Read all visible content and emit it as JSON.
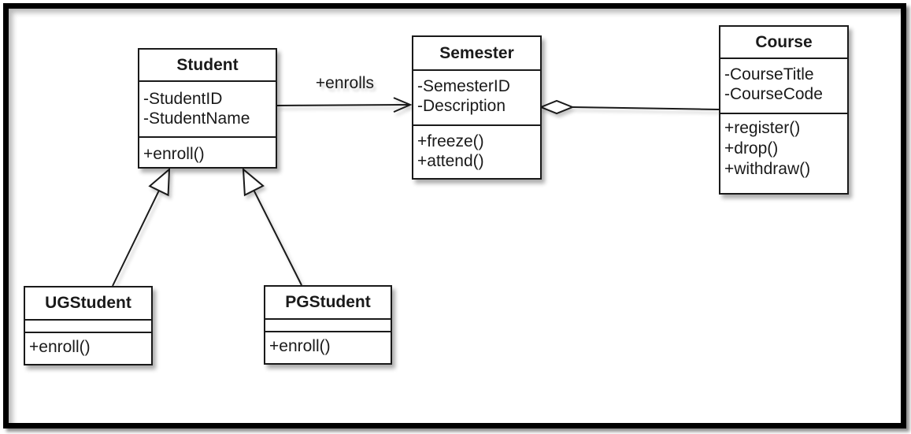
{
  "diagram": {
    "kind": "uml-class-diagram",
    "colors": {
      "line": "#1a1a1a",
      "box_fill": "#ffffff",
      "box_border": "#1a1a1a",
      "frame": "#000000",
      "background": "#ffffff",
      "text": "#1a1a1a"
    },
    "classes": {
      "student": {
        "name": "Student",
        "attributes": [
          "-StudentID",
          "-StudentName"
        ],
        "methods": [
          "+enroll()"
        ]
      },
      "semester": {
        "name": "Semester",
        "attributes": [
          "-SemesterID",
          "-Description"
        ],
        "methods": [
          "+freeze()",
          "+attend()"
        ]
      },
      "course": {
        "name": "Course",
        "attributes": [
          "-CourseTitle",
          "-CourseCode"
        ],
        "methods": [
          "+register()",
          "+drop()",
          "+withdraw()"
        ]
      },
      "ugstudent": {
        "name": "UGStudent",
        "attributes": [],
        "methods": [
          "+enroll()"
        ]
      },
      "pgstudent": {
        "name": "PGStudent",
        "attributes": [],
        "methods": [
          "+enroll()"
        ]
      }
    },
    "relationships": {
      "enrolls": {
        "label": "+enrolls",
        "from": "Student",
        "to": "Semester",
        "type": "directed-association"
      },
      "aggregation": {
        "label": "",
        "from": "Semester",
        "to": "Course",
        "type": "aggregation"
      },
      "ug_extends": {
        "label": "",
        "from": "UGStudent",
        "to": "Student",
        "type": "generalization"
      },
      "pg_extends": {
        "label": "",
        "from": "PGStudent",
        "to": "Student",
        "type": "generalization"
      }
    }
  }
}
